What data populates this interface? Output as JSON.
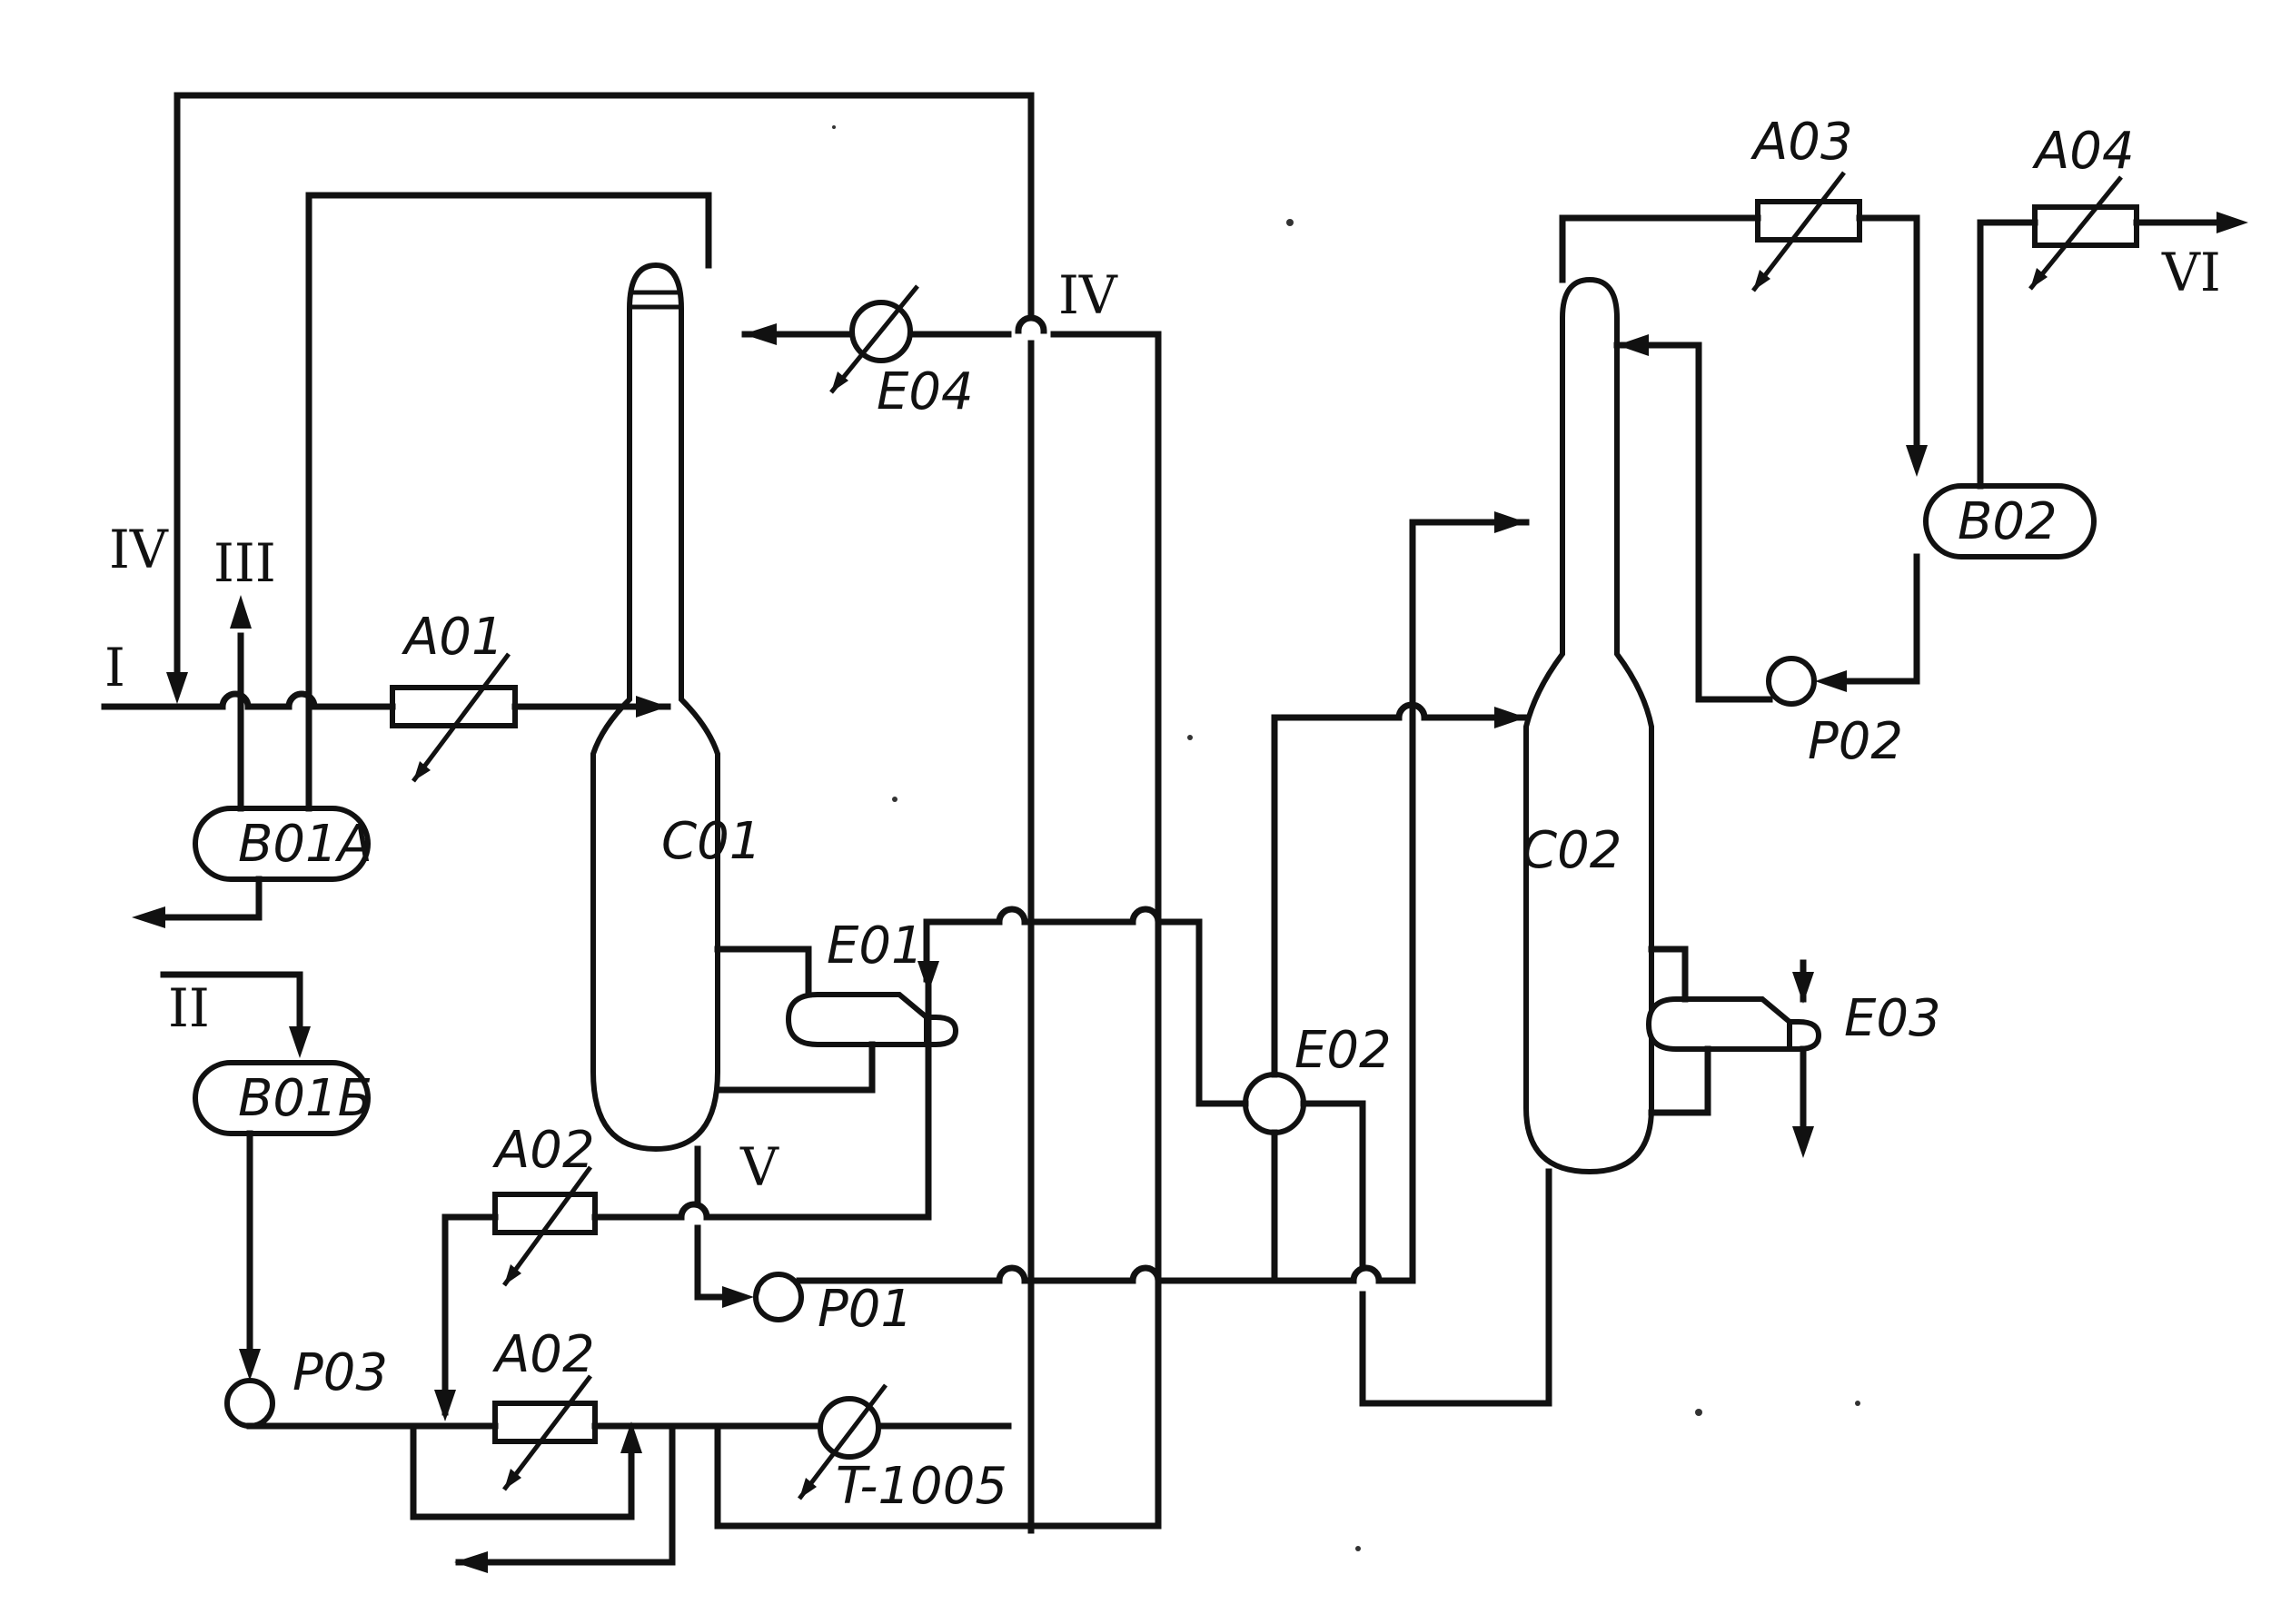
{
  "labels": {
    "stream_I": "I",
    "stream_II": "II",
    "stream_III": "III",
    "stream_IV_left": "IV",
    "stream_IV_top": "IV",
    "stream_V": "V",
    "stream_VI": "VI",
    "A01": "A01",
    "A02_upper": "A02",
    "A02_lower": "A02",
    "A03": "A03",
    "A04": "A04",
    "B01A": "B01A",
    "B01B": "B01Б",
    "B02": "B02",
    "C01": "C01",
    "C02": "C02",
    "E01": "E01",
    "E02": "E02",
    "E03": "E03",
    "E04": "E04",
    "P01": "P01",
    "P02": "P02",
    "P03": "P03",
    "T1005": "T-1005"
  }
}
